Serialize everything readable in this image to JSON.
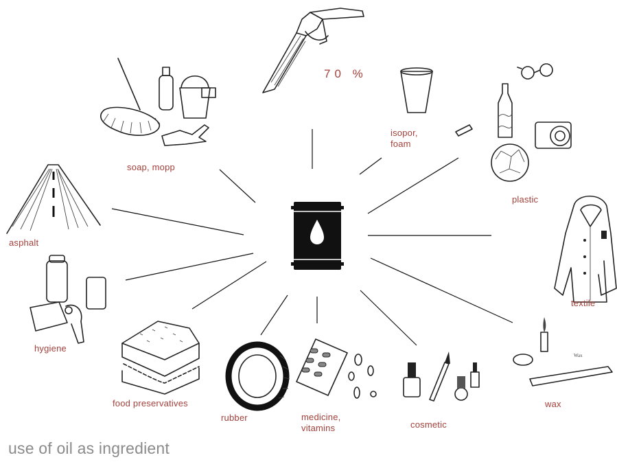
{
  "percent": "70 %",
  "caption": "use of oil as ingredient",
  "colors": {
    "label": "#a3403a",
    "caption": "#8a8a8a",
    "barrel": "#111111"
  },
  "center_icon": "oil-barrel-icon",
  "items": [
    {
      "key": "soap",
      "label": "soap, mopp",
      "icon": "cleaning-supplies-icon"
    },
    {
      "key": "isopor",
      "label": "isopor,\nfoam",
      "icon": "foam-cup-icon"
    },
    {
      "key": "plastic",
      "label": "plastic",
      "icon": "plastic-items-icon"
    },
    {
      "key": "asphalt",
      "label": "asphalt",
      "icon": "road-icon"
    },
    {
      "key": "textile",
      "label": "textile",
      "icon": "jacket-icon"
    },
    {
      "key": "hygiene",
      "label": "hygiene",
      "icon": "hygiene-products-icon"
    },
    {
      "key": "food",
      "label": "food preservatives",
      "icon": "sandwich-icon"
    },
    {
      "key": "rubber",
      "label": "rubber",
      "icon": "tire-icon"
    },
    {
      "key": "medicine",
      "label": "medicine,\nvitamins",
      "icon": "pills-icon"
    },
    {
      "key": "cosmetic",
      "label": "cosmetic",
      "icon": "cosmetics-icon"
    },
    {
      "key": "wax",
      "label": "wax",
      "icon": "wax-items-icon"
    }
  ]
}
